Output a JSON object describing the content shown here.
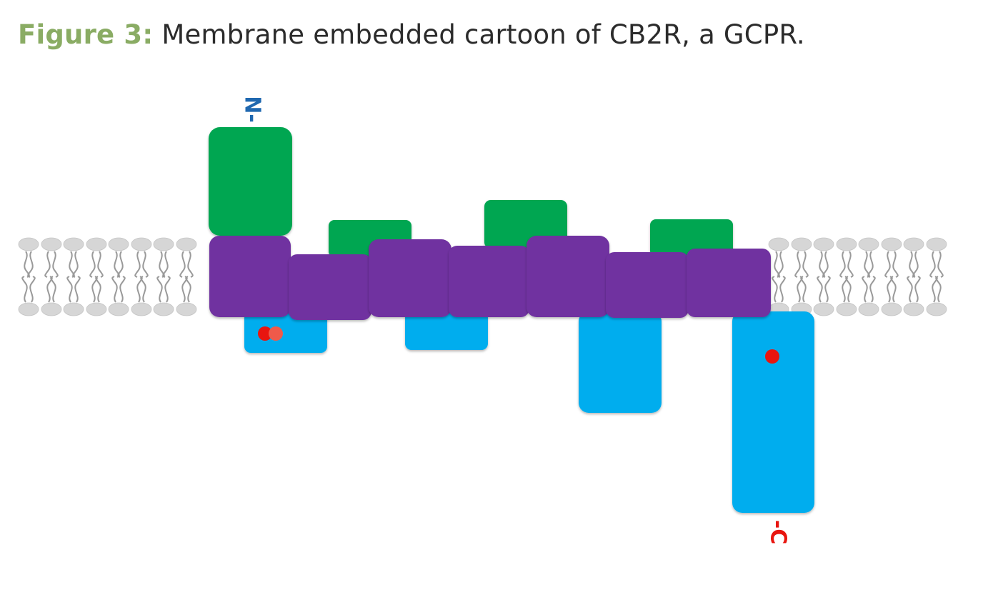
{
  "caption": {
    "label": "Figure 3:",
    "text": " Membrane embedded cartoon of CB2R, a GCPR."
  },
  "diagram": {
    "n_terminus_label": "N-",
    "c_terminus_label": "-C"
  },
  "colors": {
    "caption_label": "#8aac64",
    "caption_text": "#2b2b2b",
    "transmembrane": "#7030a0",
    "extracellular": "#00a651",
    "intracellular": "#00adee",
    "lipid_head": "#d6d6d6",
    "lipid_tail": "#9a9a9a",
    "site_marker": "#e8150f",
    "n_label": "#1f68b0",
    "c_label": "#e8150f"
  }
}
